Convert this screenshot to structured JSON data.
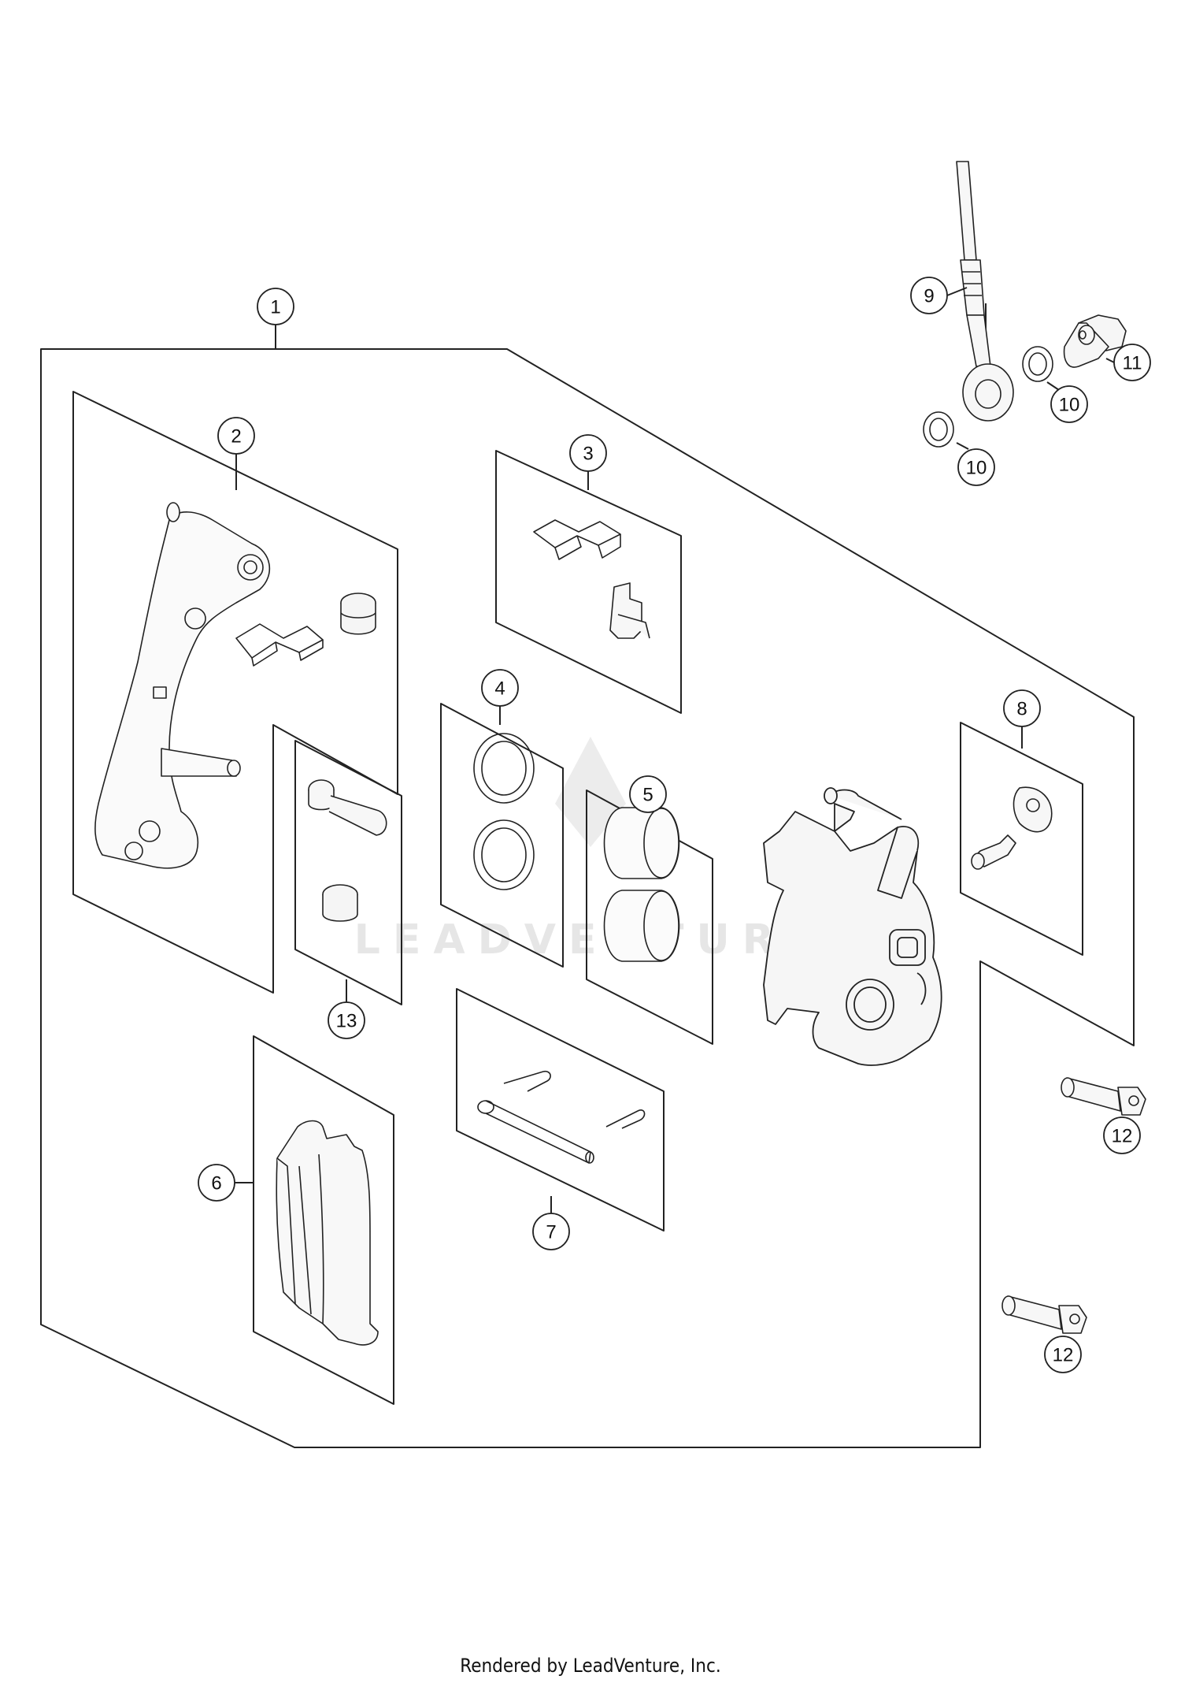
{
  "watermark": "LEADVENTURE",
  "footer": "Rendered by LeadVenture, Inc.",
  "callouts": [
    "1",
    "2",
    "3",
    "4",
    "5",
    "6",
    "7",
    "8",
    "9",
    "10",
    "10",
    "11",
    "12",
    "12",
    "13"
  ]
}
